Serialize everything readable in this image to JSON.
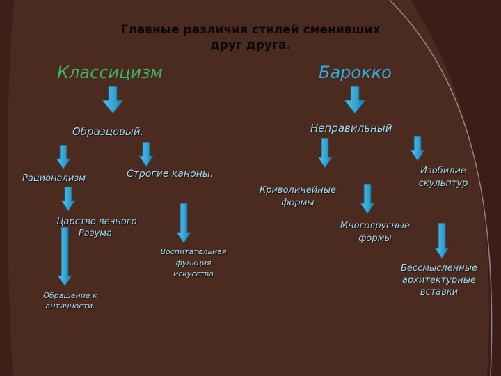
{
  "slide": {
    "title_line1": "Главные различия стилей сменивших",
    "title_line2": "друг друга.",
    "classicism": "Классицизм",
    "baroque": "Барокко"
  },
  "classicism_items": {
    "exemplary": "Образцовый.",
    "rationalism": "Рационализм",
    "strict_canons": "Строгие каноны.",
    "kingdom_line1": "Царство вечного",
    "kingdom_line2": "Разума.",
    "educational_line1": "Воспитательная",
    "educational_line2": "функция",
    "educational_line3": "искусства",
    "antiquity_line1": "Обращение к",
    "antiquity_line2": "античности."
  },
  "baroque_items": {
    "irregular": "Неправильный",
    "curvilinear_line1": "Криволинейные",
    "curvilinear_line2": "формы",
    "sculptures_line1": "Изобилие",
    "sculptures_line2": "скульптур",
    "multitier_line1": "Многоярусные",
    "multitier_line2": "формы",
    "meaningless_line1": "Бессмысленные",
    "meaningless_line2": "архитектурные",
    "meaningless_line3": "вставки"
  },
  "colors": {
    "background": "#4b2a20",
    "classicism_heading": "#3eb36a",
    "baroque_heading": "#33aee0",
    "item_text": "#9fd7ec",
    "arrow": "#3aa6d4"
  }
}
